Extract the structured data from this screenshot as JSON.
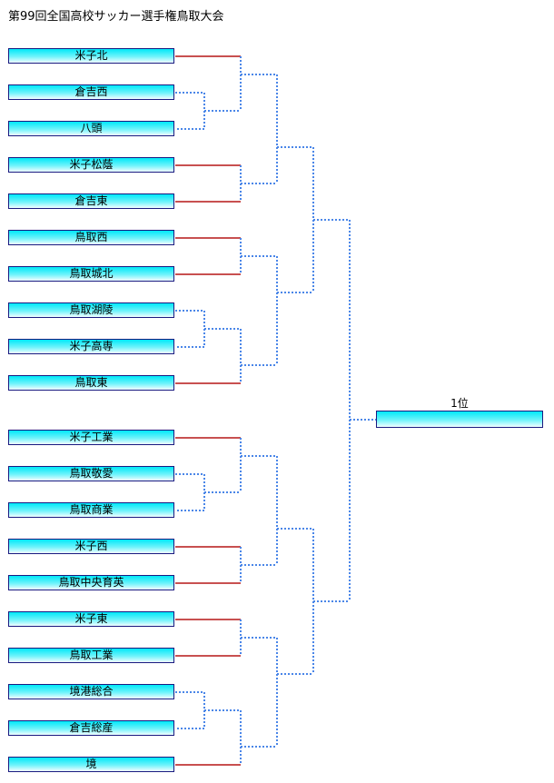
{
  "title": "第99回全国高校サッカー選手権鳥取大会",
  "teams": [
    "米子北",
    "倉吉西",
    "八頭",
    "米子松蔭",
    "倉吉東",
    "鳥取西",
    "鳥取城北",
    "鳥取湖陵",
    "米子高専",
    "鳥取東",
    "米子工業",
    "鳥取敬愛",
    "鳥取商業",
    "米子西",
    "鳥取中央育英",
    "米子東",
    "鳥取工業",
    "境港総合",
    "倉吉総産",
    "境"
  ],
  "winner_label": "1位",
  "colors": {
    "played_line": "#c85050",
    "pending_line": "#4a86e8",
    "box_border": "#1a1a80"
  }
}
